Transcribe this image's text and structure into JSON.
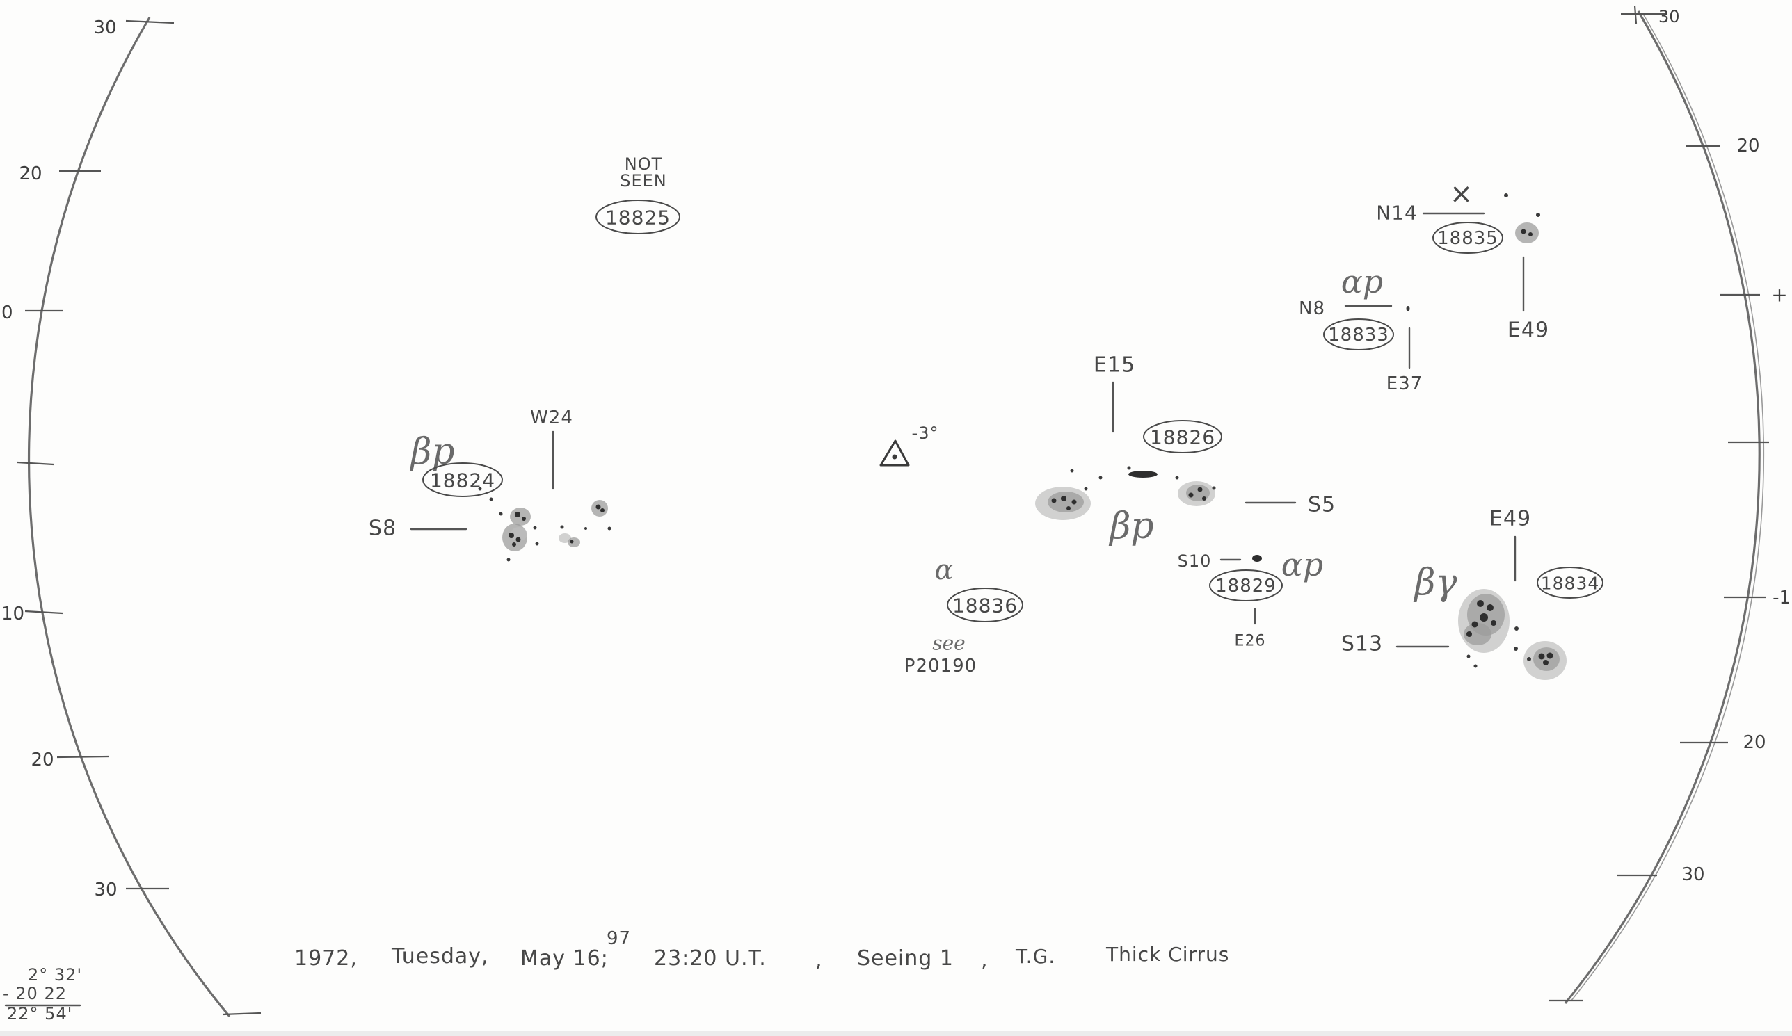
{
  "limb_scale": {
    "left": [
      "30",
      "20",
      "0",
      "10",
      "20",
      "30"
    ],
    "right": [
      "30",
      "20",
      "+",
      "-1",
      "20",
      "30"
    ]
  },
  "regions": [
    {
      "number": "18825",
      "note_line1": "NOT",
      "note_line2": "SEEN"
    },
    {
      "number": "18824",
      "class": "βp",
      "longitude": "W24",
      "latitude": "S8"
    },
    {
      "number": "18826",
      "class": "βp",
      "longitude": "E15",
      "latitude": "S5"
    },
    {
      "number": "18829",
      "class": "αp",
      "longitude": "E26",
      "latitude": "S10"
    },
    {
      "number": "18836",
      "class": "α",
      "note_line1": "see",
      "note_line2": "P20190"
    },
    {
      "number": "18835",
      "mark": "×",
      "longitude": "E49",
      "latitude": "N14"
    },
    {
      "number": "18833",
      "class": "αp",
      "longitude": "E37",
      "latitude": "N8"
    },
    {
      "number": "18834",
      "class": "βγ",
      "longitude": "E49",
      "latitude": "S13"
    }
  ],
  "marker": {
    "label": "-3°",
    "icon": "triangle-icon"
  },
  "footer": {
    "year": "1972,",
    "day": "Tuesday,",
    "date": "May 16;",
    "date_sup": "97",
    "time": "23:20 U.T.",
    "sep1": ",",
    "seeing": "Seeing 1",
    "sep2": ",",
    "observer": "T.G.",
    "conditions": "Thick Cirrus"
  },
  "corner_note": [
    "2° 32'",
    "- 20 22",
    "22° 54'"
  ],
  "colors": {
    "pencil": "#555555",
    "penumbra": "#9c9c9c",
    "umbra": "#2e2e2e"
  }
}
